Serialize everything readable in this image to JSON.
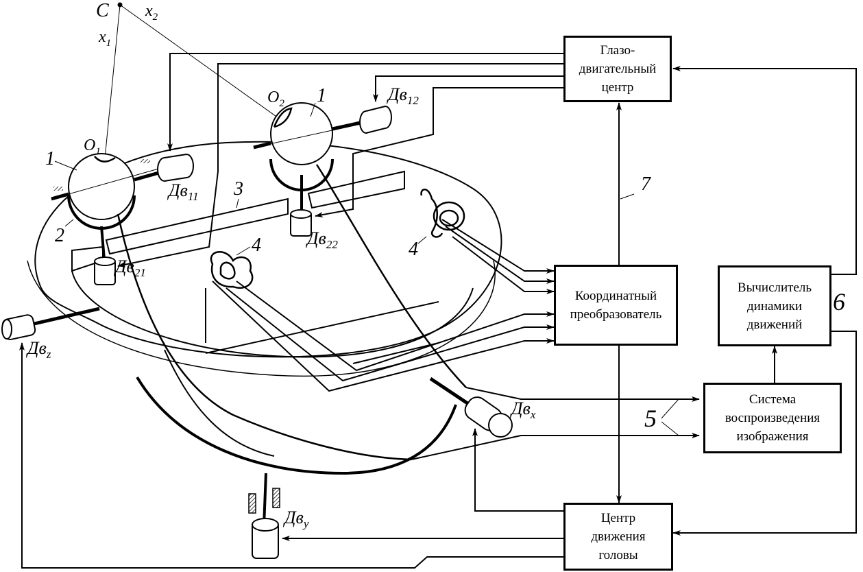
{
  "blocks": {
    "oculomotor_center": {
      "lines": [
        "Глазо-",
        "двигательный",
        "центр"
      ]
    },
    "coordinate_converter": {
      "lines": [
        "Координатный",
        "преобразователь"
      ]
    },
    "dynamics_calculator": {
      "lines": [
        "Вычислитель",
        "динамики",
        "движений"
      ]
    },
    "image_reproduction": {
      "lines": [
        "Система",
        "воспроизведения",
        "изображения"
      ]
    },
    "head_motion_center": {
      "lines": [
        "Центр",
        "движения",
        "головы"
      ]
    }
  },
  "points": {
    "c": "C",
    "x1": "x",
    "x1_sub": "1",
    "x2": "x",
    "x2_sub": "2",
    "o1": "O",
    "o1_sub": "1",
    "o2": "O",
    "o2_sub": "2"
  },
  "motors": {
    "dv11": {
      "base": "Дв",
      "sub": "11"
    },
    "dv12": {
      "base": "Дв",
      "sub": "12"
    },
    "dv21": {
      "base": "Дв",
      "sub": "21"
    },
    "dv22": {
      "base": "Дв",
      "sub": "22"
    },
    "dvz": {
      "base": "Дв",
      "sub": "z"
    },
    "dvx": {
      "base": "Дв",
      "sub": "x"
    },
    "dvy": {
      "base": "Дв",
      "sub": "y"
    }
  },
  "callouts": {
    "eye_left": "1",
    "eye_right": "1",
    "gimbal": "2",
    "platform": "3",
    "vestibular_left": "4",
    "vestibular_right": "4",
    "signal_lines_5": "5",
    "signal_lines_6": "6",
    "signal_line_7": "7"
  }
}
